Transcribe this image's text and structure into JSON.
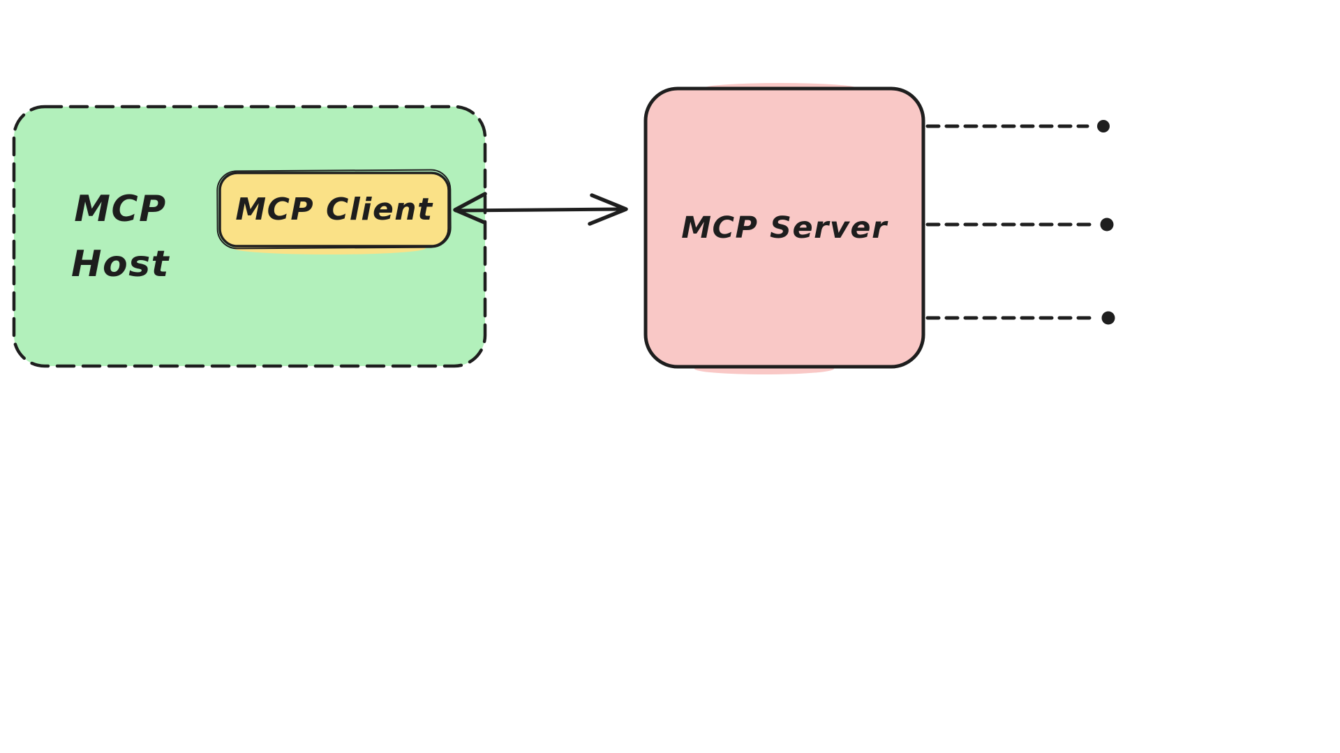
{
  "page": {
    "background": "#ffffff"
  },
  "palette": {
    "stroke": "#1e1e1e",
    "text": "#1d1d1d",
    "host_fill": "#b2f0bb",
    "client_fill": "#fae187",
    "server_fill": "#f9c8c6"
  },
  "nodes": {
    "host": {
      "label": "MCP Host"
    },
    "client": {
      "label": "MCP Client"
    },
    "server": {
      "label": "MCP Server"
    }
  },
  "connections": {
    "client_server": {
      "style": "double-headed-arrow"
    },
    "server_endpoints": {
      "count": 3,
      "style": "dashed-line-with-dot"
    }
  }
}
